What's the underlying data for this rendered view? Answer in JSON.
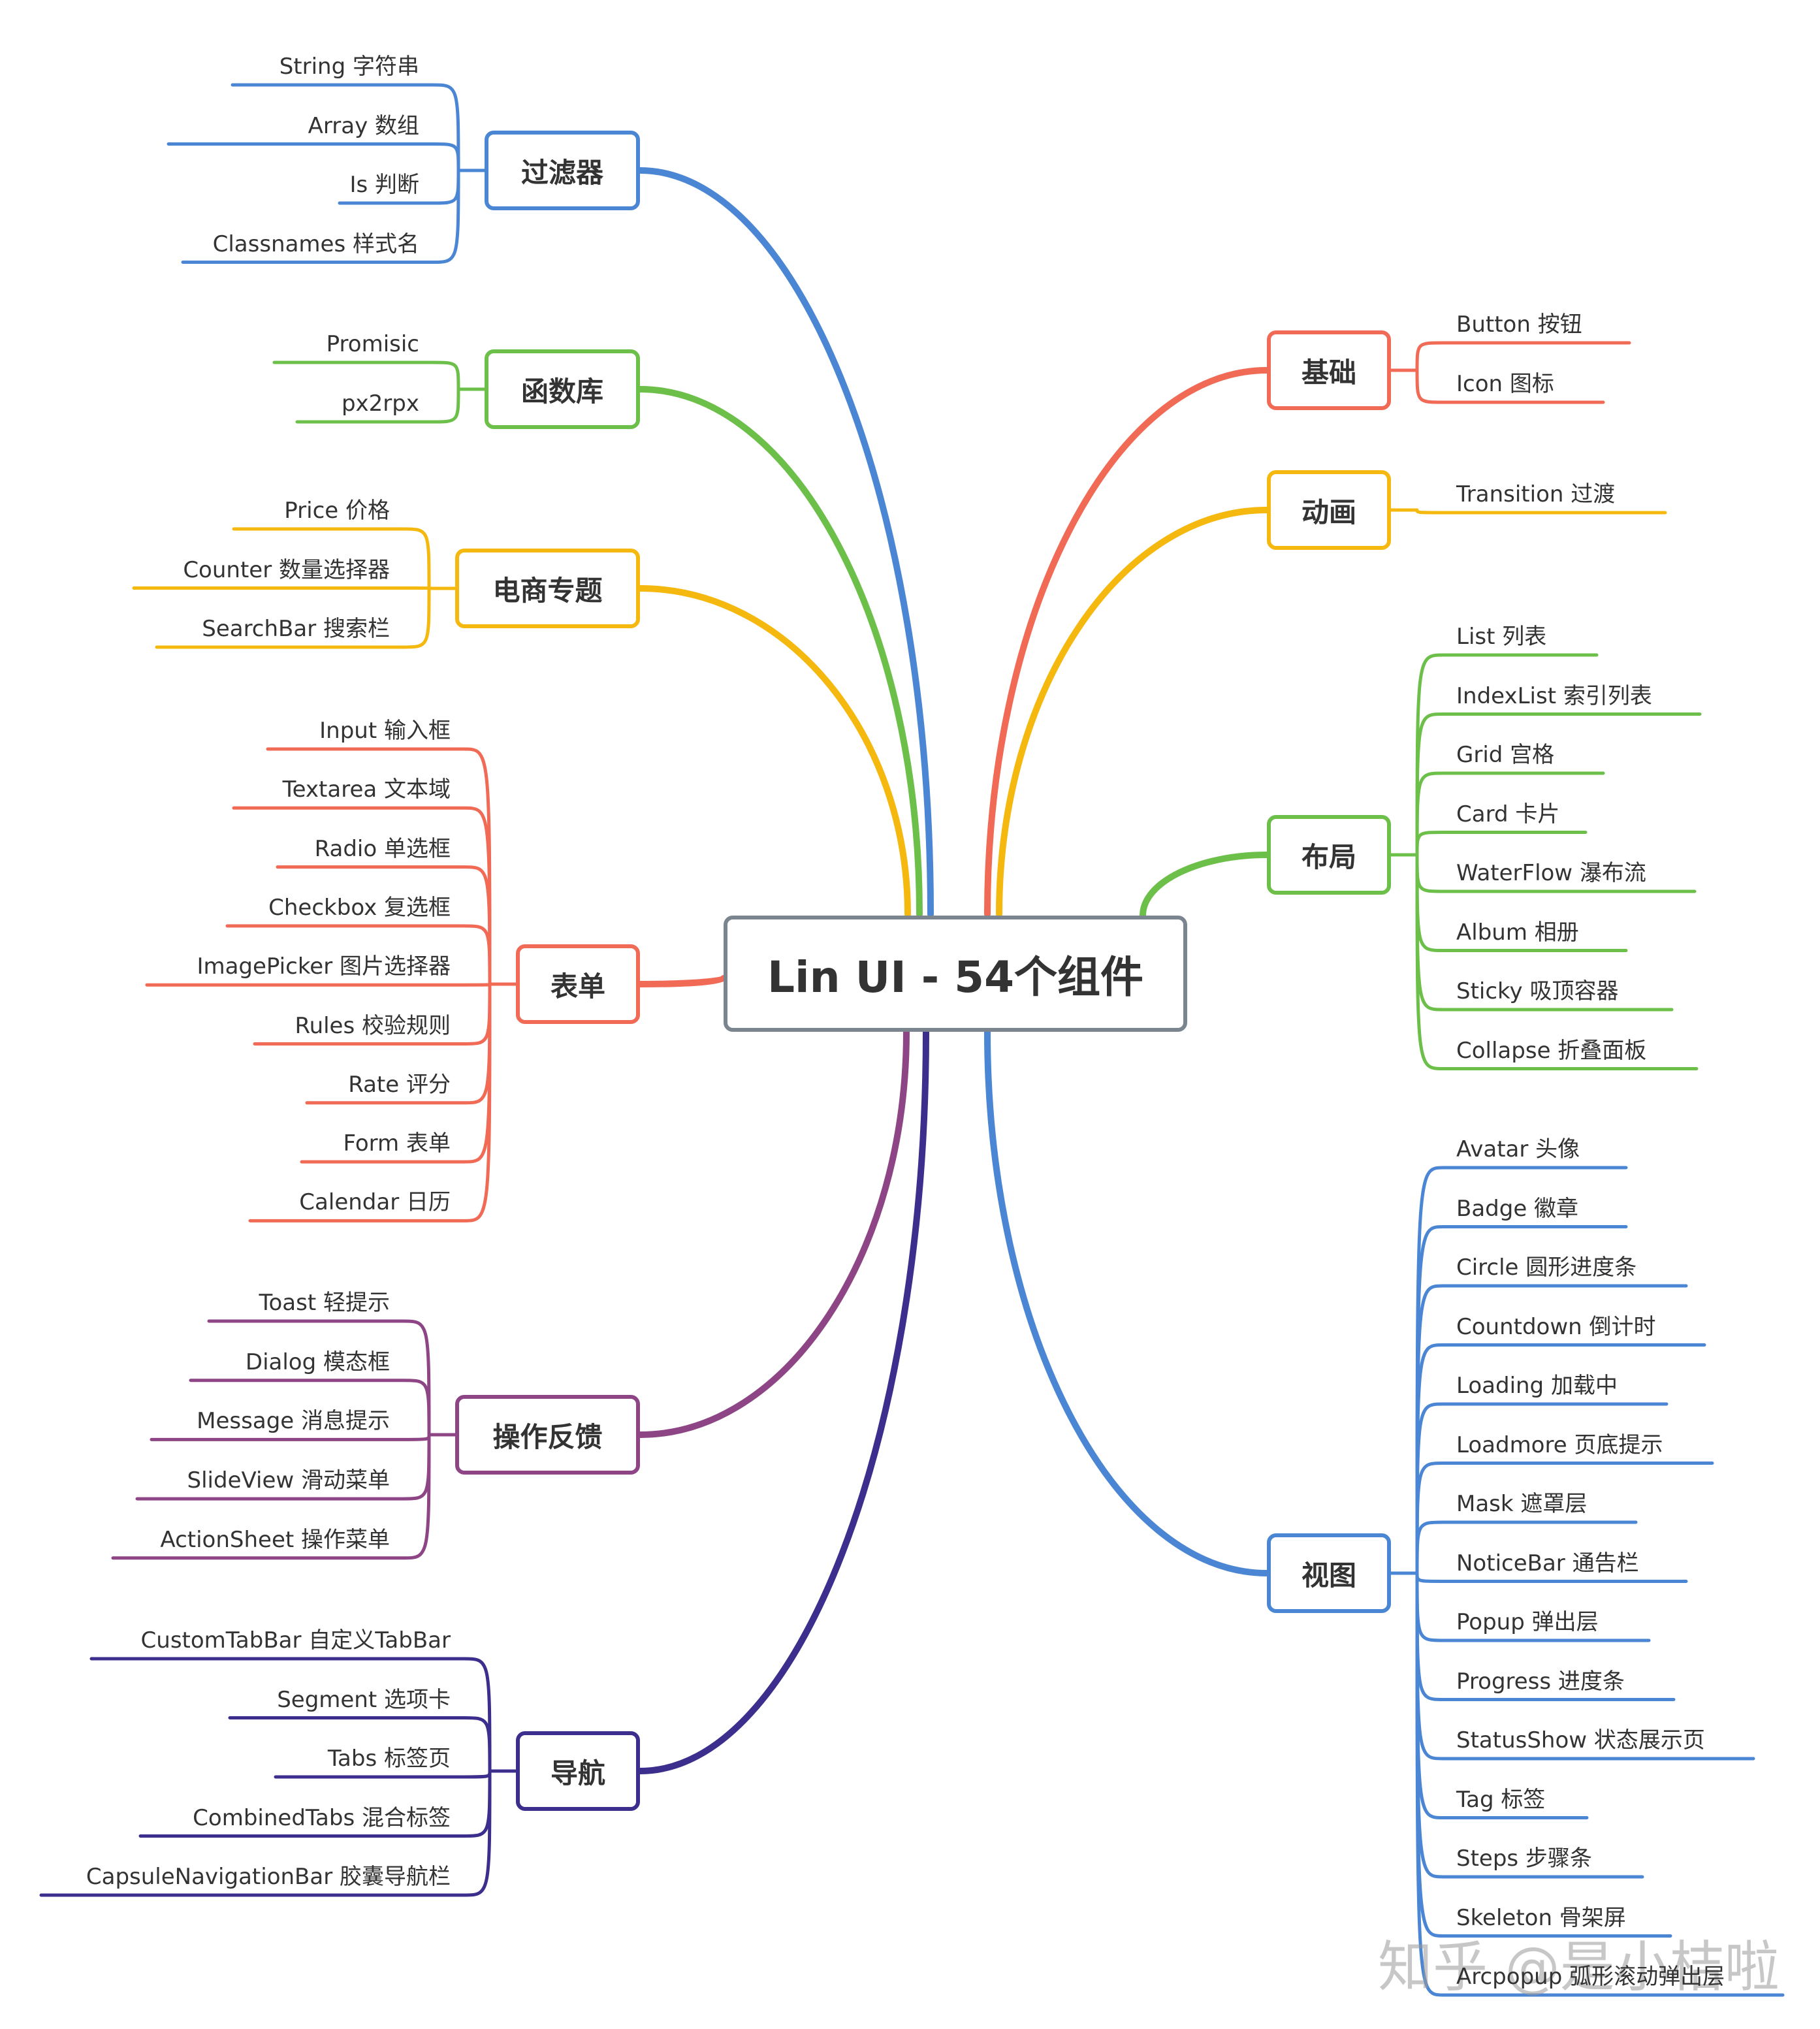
{
  "center": {
    "title": "Lin UI - 54个组件"
  },
  "branches": [
    {
      "id": "guolvqi",
      "label": "过滤器",
      "color": "#4a86d4",
      "side": "left",
      "items": [
        "String 字符串",
        "Array 数组",
        "Is 判断",
        "Classnames 样式名"
      ]
    },
    {
      "id": "hanshuku",
      "label": "函数库",
      "color": "#6cc04a",
      "side": "left",
      "items": [
        "Promisic",
        "px2rpx"
      ]
    },
    {
      "id": "dianshang",
      "label": "电商专题",
      "color": "#f5b80e",
      "side": "left",
      "items": [
        "Price 价格",
        "Counter 数量选择器",
        "SearchBar 搜索栏"
      ]
    },
    {
      "id": "biaodan",
      "label": "表单",
      "color": "#f06a55",
      "side": "left",
      "items": [
        "Input 输入框",
        "Textarea 文本域",
        "Radio 单选框",
        "Checkbox 复选框",
        "ImagePicker 图片选择器",
        "Rules 校验规则",
        "Rate 评分",
        "Form 表单",
        "Calendar 日历"
      ]
    },
    {
      "id": "caozuo",
      "label": "操作反馈",
      "color": "#8e4585",
      "side": "left",
      "items": [
        "Toast 轻提示",
        "Dialog 模态框",
        "Message 消息提示",
        "SlideView 滑动菜单",
        "ActionSheet 操作菜单"
      ]
    },
    {
      "id": "daohang",
      "label": "导航",
      "color": "#3b2e8c",
      "side": "left",
      "items": [
        "CustomTabBar 自定义TabBar",
        "Segment 选项卡",
        "Tabs 标签页",
        "CombinedTabs 混合标签",
        "CapsuleNavigationBar 胶囊导航栏"
      ]
    },
    {
      "id": "jichu",
      "label": "基础",
      "color": "#f06a55",
      "side": "right",
      "items": [
        "Button 按钮",
        "Icon 图标"
      ]
    },
    {
      "id": "donghua",
      "label": "动画",
      "color": "#f5b80e",
      "side": "right",
      "items": [
        "Transition 过渡"
      ]
    },
    {
      "id": "buju",
      "label": "布局",
      "color": "#6cc04a",
      "side": "right",
      "items": [
        "List 列表",
        "IndexList 索引列表",
        "Grid 宫格",
        "Card 卡片",
        "WaterFlow 瀑布流",
        "Album 相册",
        "Sticky 吸顶容器",
        "Collapse 折叠面板"
      ]
    },
    {
      "id": "shitu",
      "label": "视图",
      "color": "#4a86d4",
      "side": "right",
      "items": [
        "Avatar 头像",
        "Badge 徽章",
        "Circle 圆形进度条",
        "Countdown 倒计时",
        "Loading 加载中",
        "Loadmore 页底提示",
        "Mask 遮罩层",
        "NoticeBar 通告栏",
        "Popup 弹出层",
        "Progress 进度条",
        "StatusShow 状态展示页",
        "Tag 标签",
        "Steps 步骤条",
        "Skeleton 骨架屏",
        "Arcpopup 弧形滚动弹出层"
      ]
    }
  ],
  "watermark": "知乎 @是小桔啦"
}
